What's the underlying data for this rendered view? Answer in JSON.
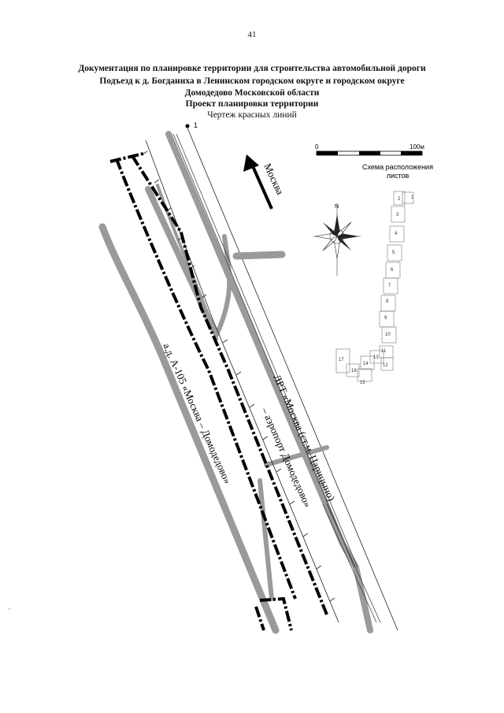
{
  "page_number": "41",
  "header": {
    "line1": "Документация по планировке территории для строительства автомобильной дороги",
    "line2": "Подъезд к д. Богданиха в Ленинском городском округе и городском округе",
    "line3": "Домодедово Московской области",
    "line4": "Проект планировки территории",
    "subtitle": "Чертеж красных линий"
  },
  "map": {
    "point_label": "1",
    "direction_label": "Москва",
    "road_label": "а.д. А-105 «Москва – Домодедово»",
    "rail_label_1": "ЛРТ «Москва (ст.м. Царицыно)",
    "rail_label_2": "– аэропорт Домодедово»"
  },
  "scale": {
    "zero": "0",
    "max": "100м"
  },
  "compass": {
    "north": "N"
  },
  "sheet_scheme": {
    "title_1": "Схема расположения",
    "title_2": "листов",
    "sheets": [
      "1",
      "2",
      "3",
      "4",
      "5",
      "6",
      "7",
      "8",
      "9",
      "10",
      "11",
      "12",
      "13",
      "14",
      "15",
      "16",
      "17"
    ]
  }
}
